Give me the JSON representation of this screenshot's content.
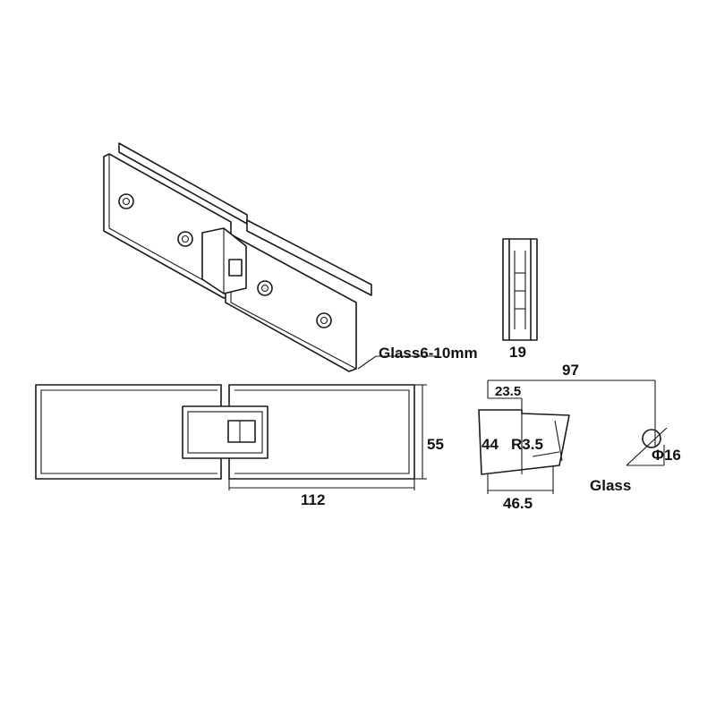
{
  "labels": {
    "glass_thickness": "Glass6-10mm",
    "side_width": "19",
    "total_length": "97",
    "offset": "23.5",
    "height": "55",
    "width": "112",
    "leaf_height": "44",
    "radius": "R3.5",
    "pin_diameter": "Φ16",
    "glass": "Glass",
    "depth": "46.5"
  }
}
